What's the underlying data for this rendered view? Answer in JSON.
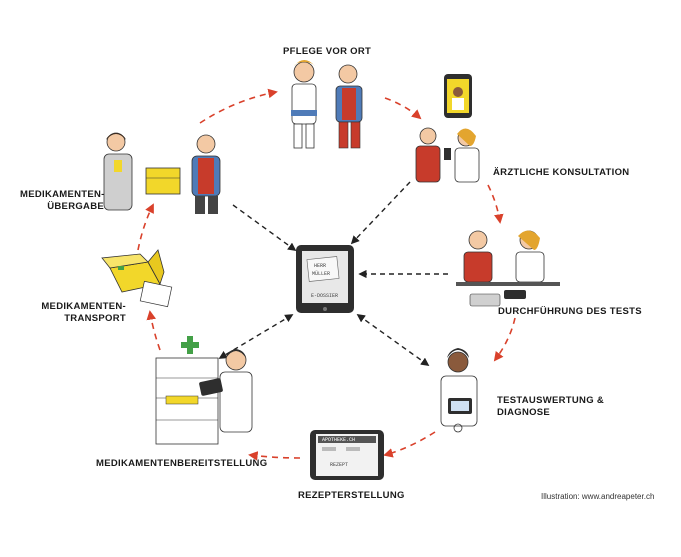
{
  "stations": {
    "pflege": "PFLEGE VOR ORT",
    "konsultation": "ÄRZTLICHE KONSULTATION",
    "tests": "DURCHFÜHRUNG DES TESTS",
    "diagnose": "TESTAUSWERTUNG &\nDIAGNOSE",
    "rezept": "REZEPTERSTELLUNG",
    "bereitstellung": "MEDIKAMENTENBEREITSTELLUNG",
    "transport": "MEDIKAMENTEN-\nTRANSPORT",
    "uebergabe": "MEDIKAMENTEN-\nÜBERGABE"
  },
  "center_device": {
    "lines": [
      "HERR",
      "MÜLLER"
    ],
    "footer": "E-DOSSIER"
  },
  "rezept_screen": {
    "header": "APOTHEKE.CH",
    "title": "REZEPT"
  },
  "credit": "Illustration: www.andreapeter.ch",
  "colors": {
    "cycle_arrow": "#d9412b",
    "data_arrow": "#222222",
    "vest_red": "#c73b2b",
    "shirt_blue": "#4f7bb8",
    "box_yellow": "#f2d72a",
    "cross_green": "#43a047",
    "skin": "#f3c9a4"
  }
}
